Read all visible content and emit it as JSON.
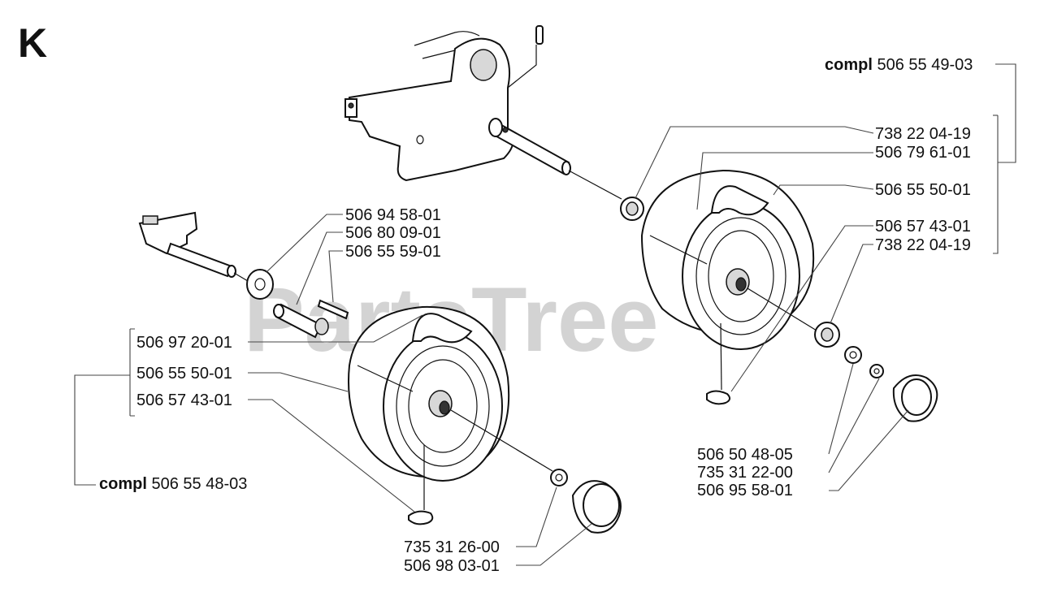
{
  "section_letter": "K",
  "watermark": "PartsTree",
  "compl_word": "compl",
  "assemblies": {
    "right": "506 55 49-03",
    "left": "506 55 48-03"
  },
  "labels": {
    "r_738_top": "738 22 04-19",
    "r_506_79": "506 79 61-01",
    "r_506_55_50": "506 55 50-01",
    "r_506_57_43": "506 57 43-01",
    "r_738_bottom": "738 22 04-19",
    "r_506_50_48": "506 50 48-05",
    "r_735_31_22": "735 31 22-00",
    "r_506_95_58": "506 95 58-01",
    "l_506_94_58": "506 94 58-01",
    "l_506_80_09": "506 80 09-01",
    "l_506_55_59": "506 55 59-01",
    "l_506_97_20": "506 97 20-01",
    "l_506_55_50": "506 55 50-01",
    "l_506_57_43": "506 57 43-01",
    "l_735_31_26": "735 31 26-00",
    "l_506_98_03": "506 98 03-01"
  }
}
